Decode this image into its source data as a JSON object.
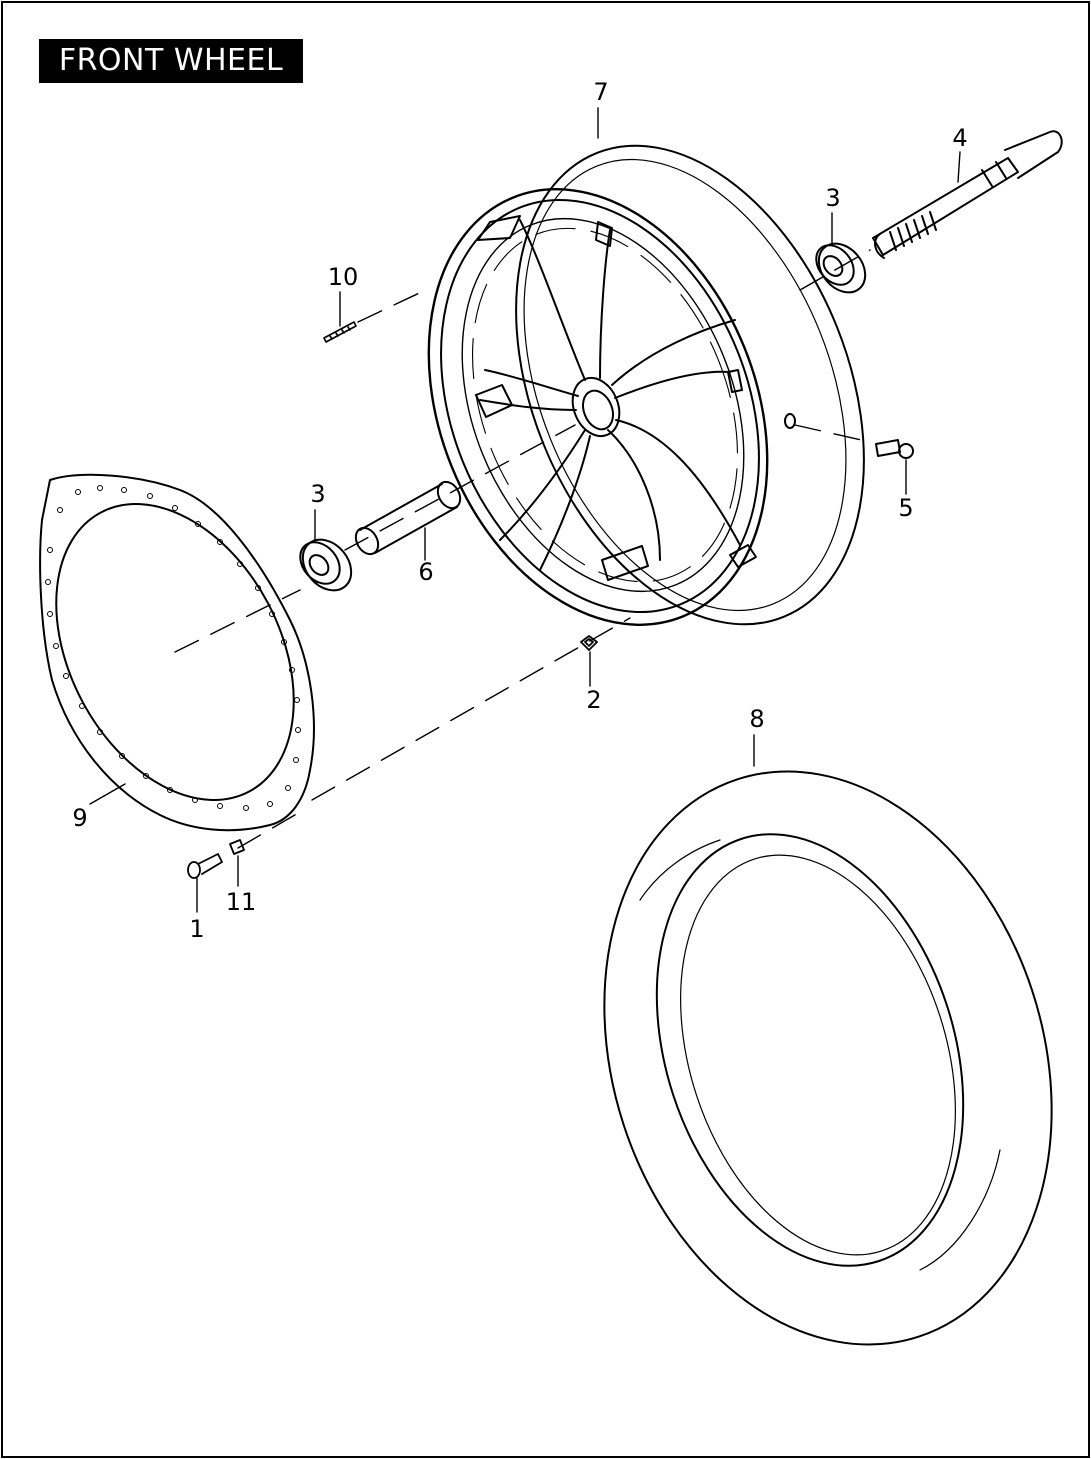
{
  "title": "FRONT WHEEL",
  "callouts": [
    {
      "id": "c1",
      "label": "1"
    },
    {
      "id": "c2",
      "label": "2"
    },
    {
      "id": "c3a",
      "label": "3"
    },
    {
      "id": "c3b",
      "label": "3"
    },
    {
      "id": "c4",
      "label": "4"
    },
    {
      "id": "c5",
      "label": "5"
    },
    {
      "id": "c6",
      "label": "6"
    },
    {
      "id": "c7",
      "label": "7"
    },
    {
      "id": "c8",
      "label": "8"
    },
    {
      "id": "c9",
      "label": "9"
    },
    {
      "id": "c10",
      "label": "10"
    },
    {
      "id": "c11",
      "label": "11"
    }
  ]
}
